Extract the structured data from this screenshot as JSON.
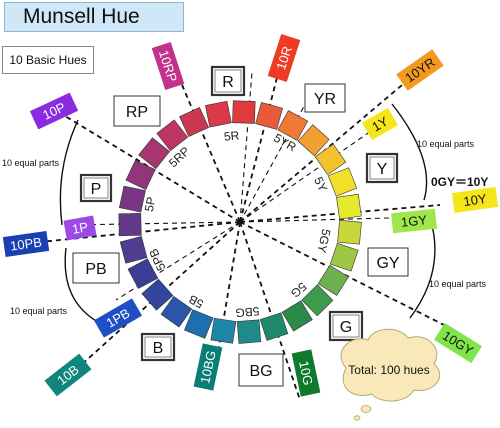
{
  "title": "Munsell Hue",
  "subtitle": "10 Basic Hues",
  "basic_hues": [
    {
      "label": "R"
    },
    {
      "label": "YR"
    },
    {
      "label": "Y"
    },
    {
      "label": "GY"
    },
    {
      "label": "G"
    },
    {
      "label": "BG"
    },
    {
      "label": "B"
    },
    {
      "label": "PB"
    },
    {
      "label": "P"
    },
    {
      "label": "RP"
    }
  ],
  "ring_labels": [
    "5R",
    "5YR",
    "5Y",
    "5GY",
    "5G",
    "5BG",
    "5B",
    "5PB",
    "5P",
    "5RP"
  ],
  "swatch_colors": [
    "#e03a3a",
    "#e85a3a",
    "#ee7a35",
    "#f0a030",
    "#f2c12e",
    "#f1df2a",
    "#e6ea2e",
    "#c8d83a",
    "#9ec544",
    "#6fb04e",
    "#3f9a4c",
    "#2a8a4a",
    "#1f8a6a",
    "#1e8a8a",
    "#1e86a6",
    "#1f6eb0",
    "#2a55a8",
    "#33459e",
    "#3d3d95",
    "#503c91",
    "#63398a",
    "#7a3683",
    "#92357a",
    "#a63570",
    "#bb3664",
    "#cc3752",
    "#da3a45"
  ],
  "boundary_tags": [
    {
      "label": "10R",
      "color": "#ee3b24"
    },
    {
      "label": "10YR",
      "color": "#f39a1e"
    },
    {
      "label": "10Y",
      "color": "#f4e61a"
    },
    {
      "label": "10GY",
      "color": "#7fe64a"
    },
    {
      "label": "10G",
      "color": "#0d7a2c"
    },
    {
      "label": "10BG",
      "color": "#0a7e74"
    },
    {
      "label": "10B",
      "color": "#11867f"
    },
    {
      "label": "10PB",
      "color": "#1a3fb0"
    },
    {
      "label": "10P",
      "color": "#8a2be2"
    },
    {
      "label": "10RP",
      "color": "#c2318a"
    }
  ],
  "mid_tags": [
    {
      "label": "1Y",
      "color": "#f4e61a"
    },
    {
      "label": "1GY",
      "color": "#9ee64c"
    },
    {
      "label": "1PB",
      "color": "#1e4fc4"
    },
    {
      "label": "1P",
      "color": "#9b4ae6"
    }
  ],
  "annotations": {
    "equal_parts": "10 equal parts",
    "equivalence": "0GY＝10Y",
    "cloud": "Total: 100 hues"
  }
}
